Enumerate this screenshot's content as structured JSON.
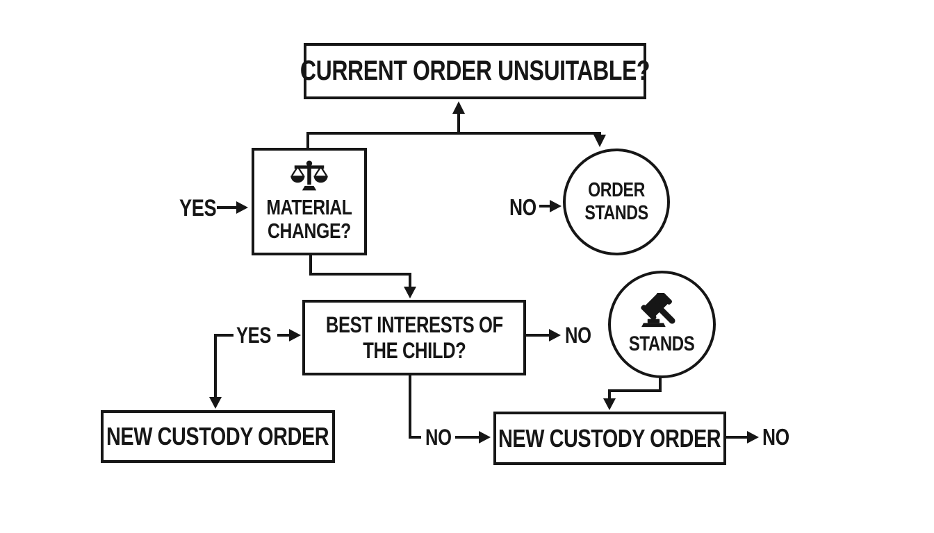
{
  "diagram": {
    "background": "#ffffff",
    "ink": "#161616",
    "nodes": {
      "current_order": {
        "label": "CURRENT ORDER UNSUITABLE?",
        "shape": "rect"
      },
      "material_change": {
        "line1": "MATERIAL",
        "line2": "CHANGE?",
        "icon": "scales-of-justice-icon",
        "shape": "rect"
      },
      "order_stands": {
        "line1": "ORDER",
        "line2": "STANDS",
        "shape": "circle"
      },
      "best_interests": {
        "line1": "BEST INTERESTS OF",
        "line2": "THE CHILD?",
        "shape": "rect"
      },
      "stands": {
        "label": "STANDS",
        "icon": "gavel-icon",
        "shape": "circle"
      },
      "new_custody_left": {
        "label": "NEW CUSTODY ORDER",
        "shape": "rect"
      },
      "new_custody_right": {
        "label": "NEW CUSTODY ORDER",
        "shape": "rect"
      }
    },
    "edge_labels": {
      "yes_material": "YES",
      "no_order_stands": "NO",
      "yes_best_interests": "YES",
      "no_best_interests_right": "NO",
      "no_into_new_custody": "NO",
      "no_out_new_custody": "NO"
    }
  }
}
